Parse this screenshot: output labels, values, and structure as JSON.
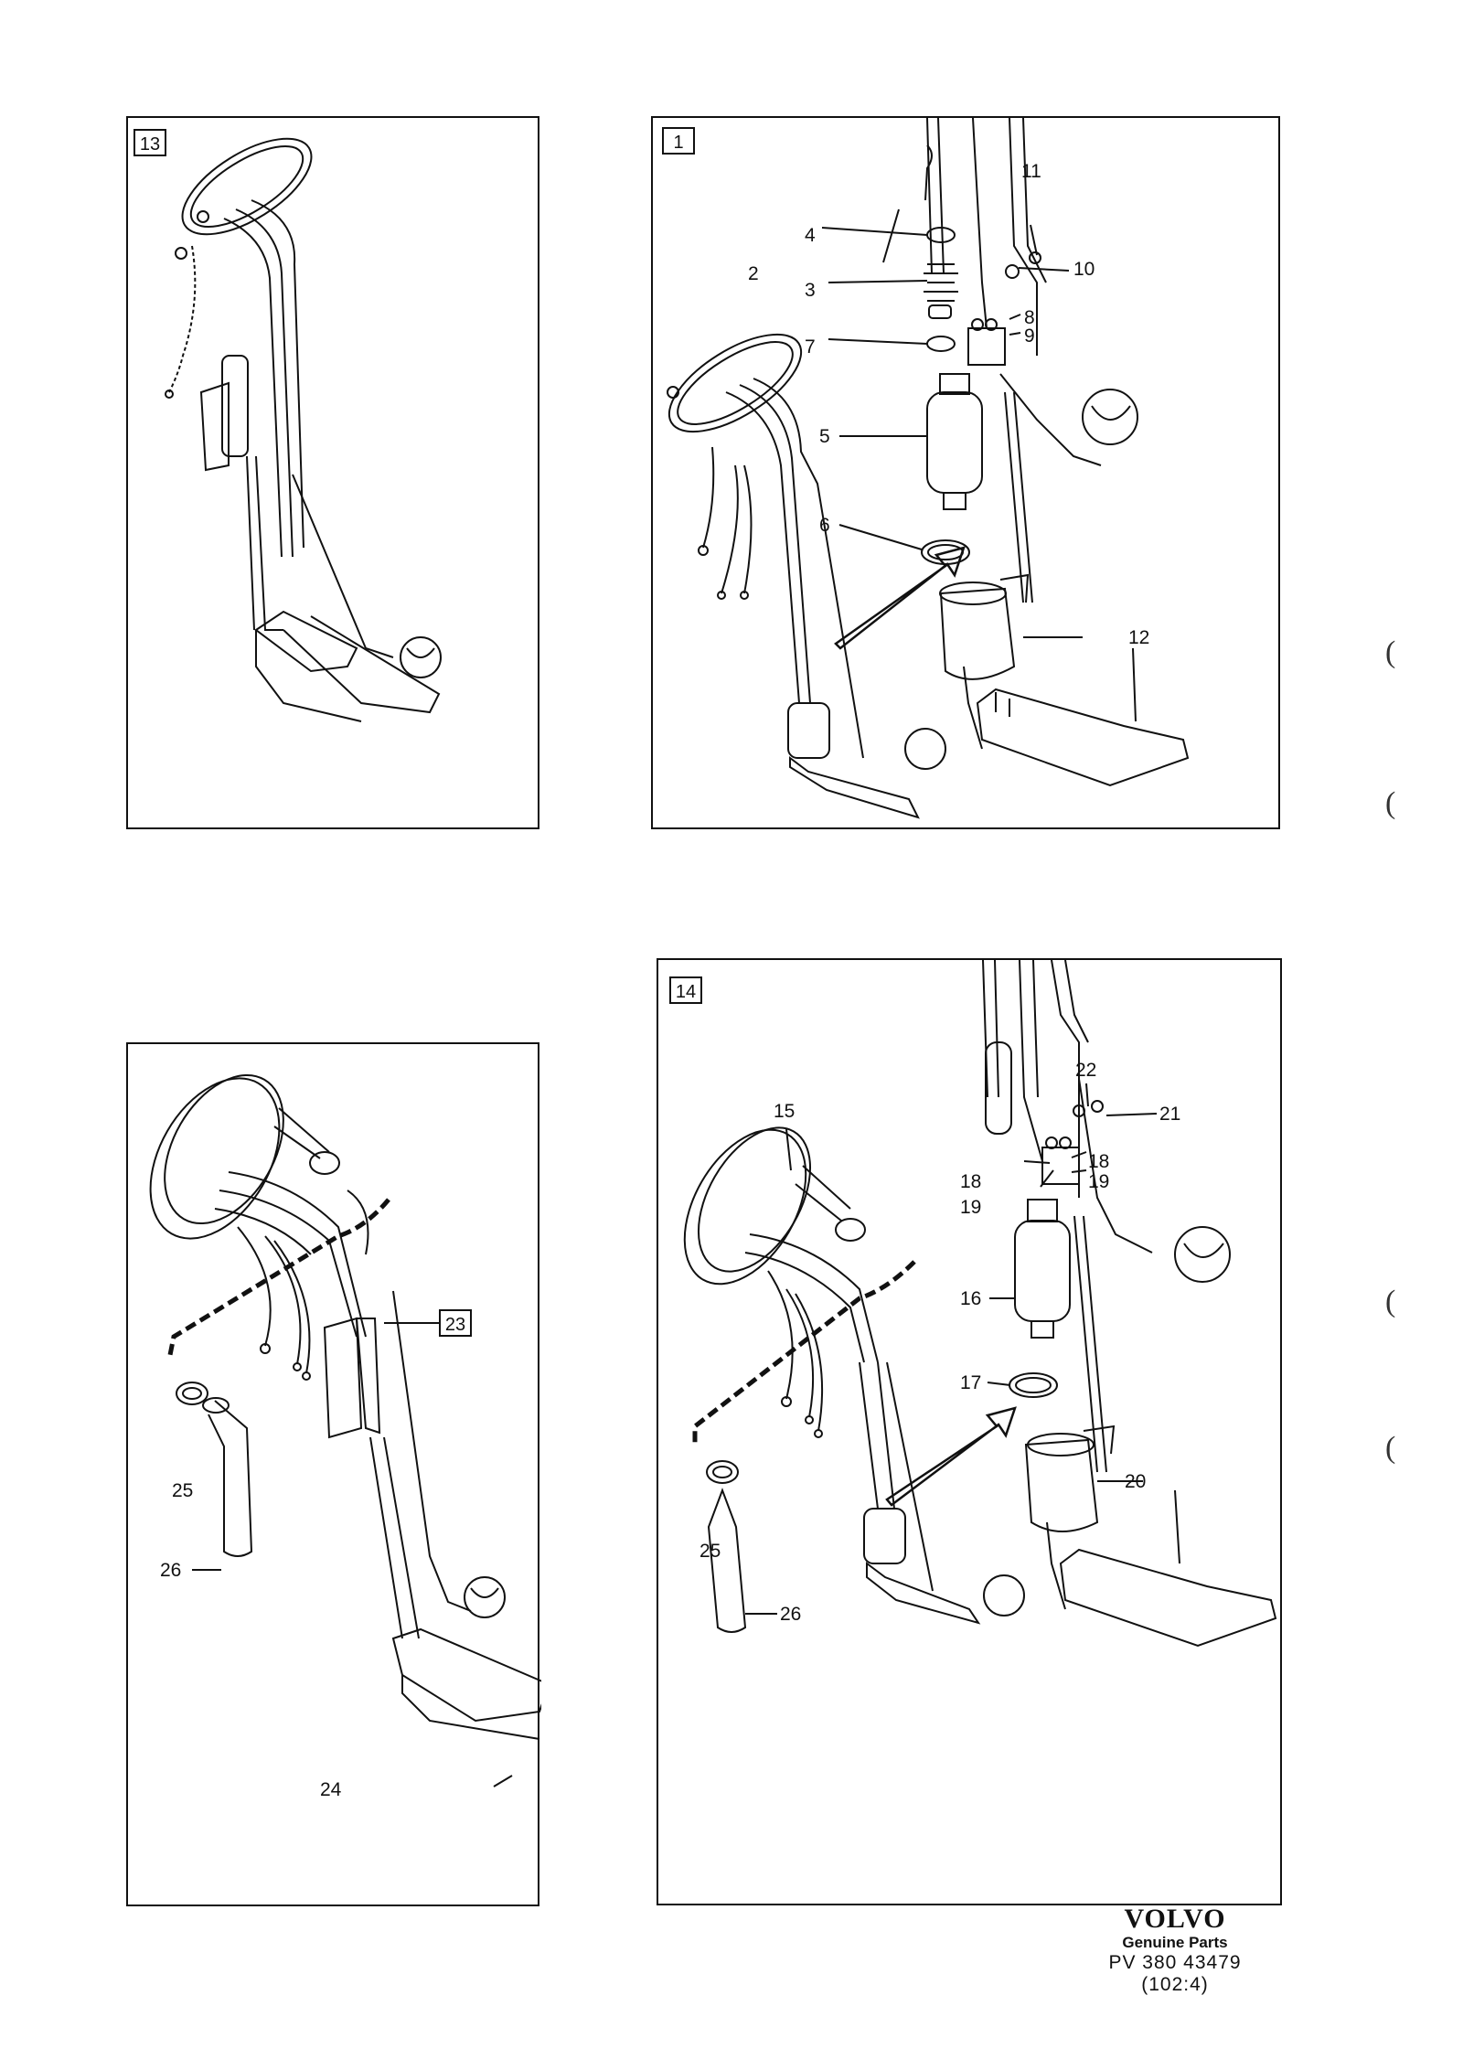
{
  "figures": [
    {
      "id": "fig13",
      "tag": "13",
      "callouts": []
    },
    {
      "id": "fig1",
      "tag": "1",
      "callouts": [
        "2",
        "3",
        "4",
        "5",
        "6",
        "7",
        "8",
        "9",
        "10",
        "11",
        "12"
      ]
    },
    {
      "id": "fig23",
      "tag": "23",
      "callouts": [
        "24",
        "25",
        "26"
      ]
    },
    {
      "id": "fig14",
      "tag": "14",
      "callouts": [
        "15",
        "16",
        "17",
        "18",
        "18",
        "19",
        "19",
        "20",
        "21",
        "22",
        "25",
        "26"
      ]
    }
  ],
  "footer": {
    "brand": "VOLVO",
    "subtitle": "Genuine Parts",
    "code": "PV 380 43479",
    "ref": "(102:4)"
  },
  "margin_marks": [
    "(",
    "(",
    "(",
    "("
  ]
}
